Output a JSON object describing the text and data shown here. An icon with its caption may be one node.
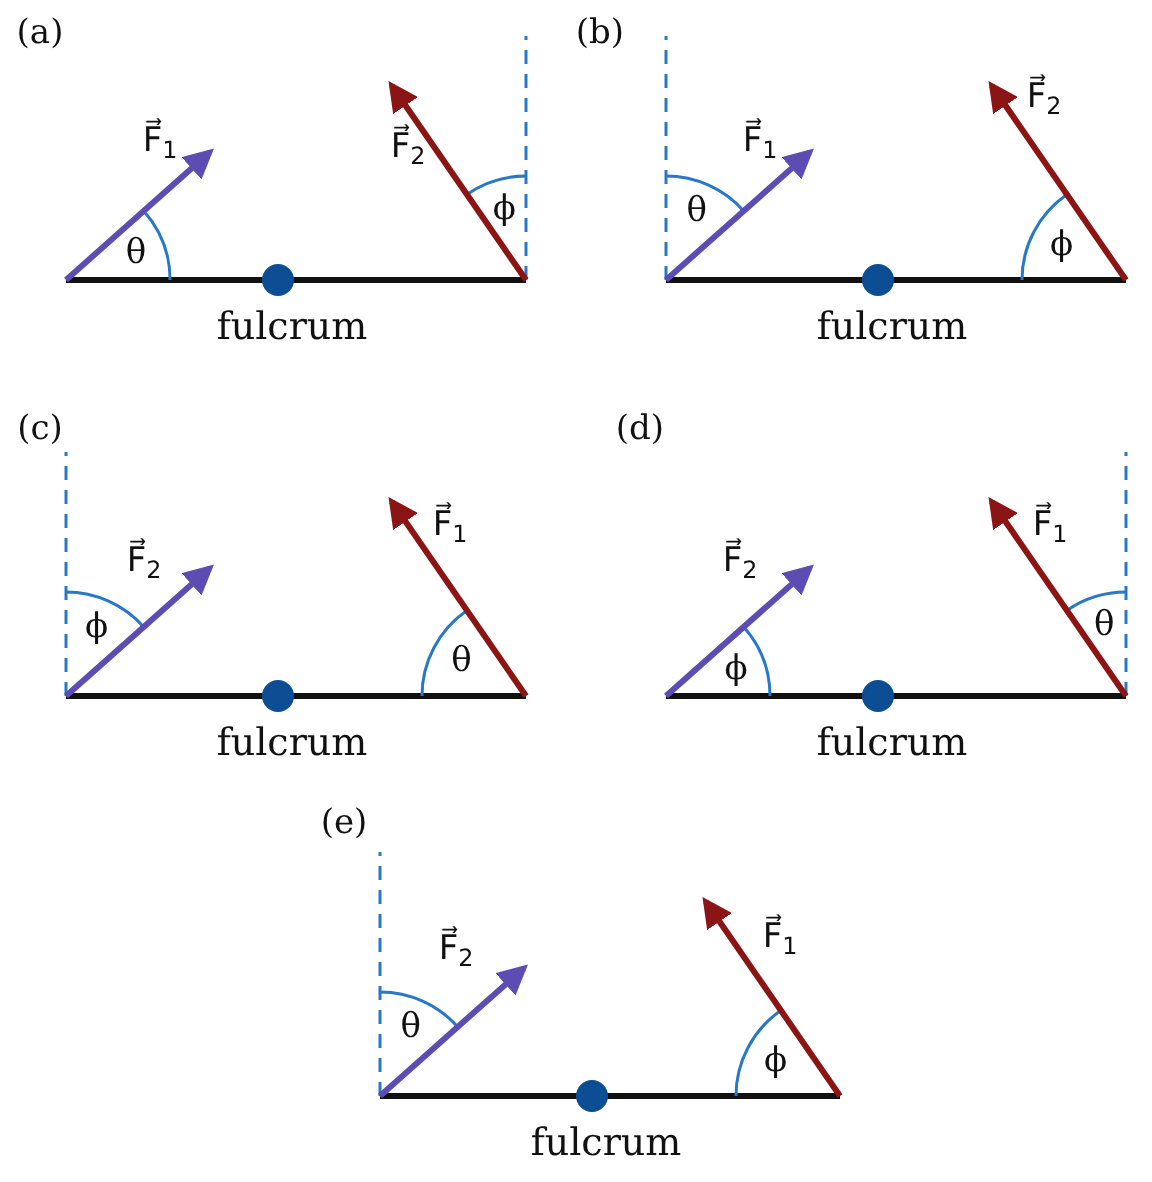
{
  "diagram": {
    "nodes": [
      {
        "text": [],
        "shape": "circle",
        "beside": [
          "fulcrum"
        ]
      },
      {
        "text": [],
        "shape": "circle",
        "beside": [
          "fulcrum"
        ]
      },
      {
        "text": [],
        "shape": "circle",
        "beside": [
          "fulcrum"
        ]
      },
      {
        "text": [],
        "shape": "circle",
        "beside": [
          "fulcrum"
        ]
      },
      {
        "text": [],
        "shape": "circle",
        "beside": [
          "fulcrum"
        ]
      }
    ],
    "labels": [
      "(a)",
      "F⃗$_{1}$",
      "F⃗$_{2}$",
      "θ",
      "ϕ",
      "(b)",
      "F⃗$_{1}$",
      "F⃗$_{2}$",
      "θ",
      "ϕ",
      "(c)",
      "F⃗$_{2}$",
      "F⃗$_{1}$",
      "ϕ",
      "θ",
      "(d)",
      "F⃗$_{2}$",
      "F⃗$_{1}$",
      "ϕ",
      "θ",
      "(e)",
      "F⃗$_{2}$",
      "F⃗$_{1}$",
      "θ",
      "ϕ"
    ]
  }
}
